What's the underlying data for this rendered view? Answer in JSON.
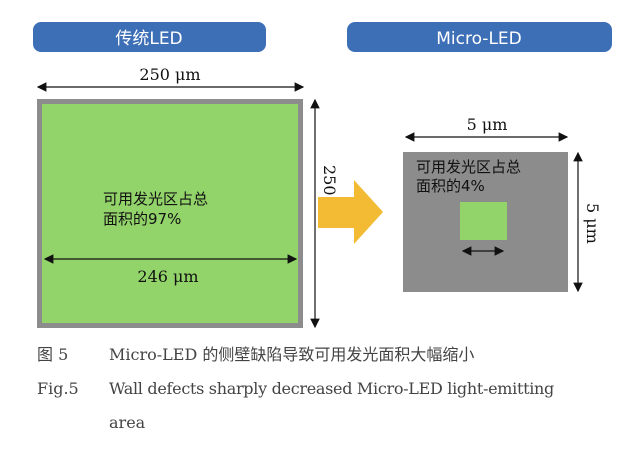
{
  "headers": {
    "left": "传统LED",
    "right": "Micro-LED"
  },
  "left_panel": {
    "width_label": "250 μm",
    "height_label": "250 μm",
    "inner_width_label": "246 μm",
    "area_text_line1": "可用发光区占总",
    "area_text_line2": "面积的97%"
  },
  "right_panel": {
    "width_label": "5 μm",
    "height_label": "5 μm",
    "area_text_line1": "可用发光区占总",
    "area_text_line2": "面积的4%"
  },
  "caption": {
    "cn_label": "图 5",
    "cn_text": "Micro-LED 的侧壁缺陷导致可用发光面积大幅缩小",
    "en_label": "Fig.5",
    "en_text_line1": "Wall defects sharply decreased Micro-LED light-emitting",
    "en_text_line2": "area"
  },
  "colors": {
    "header_bg": "#3d6fb6",
    "green": "#92d36a",
    "gray": "#8c8c8c",
    "arrow": "#f3bb33"
  }
}
